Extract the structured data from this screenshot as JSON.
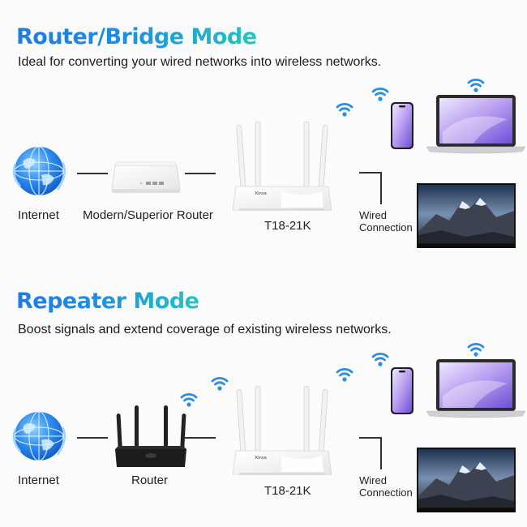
{
  "section1": {
    "title": "Router/Bridge Mode",
    "subtitle": "Ideal for converting your wired networks into wireless networks.",
    "internet_label": "Internet",
    "upstream_label": "Modern/Superior Router",
    "device_label": "T18-21K",
    "wired_label_1": "Wired",
    "wired_label_2": "Connection"
  },
  "section2": {
    "title": "Repeater Mode",
    "subtitle": "Boost signals and extend coverage of existing wireless networks.",
    "internet_label": "Internet",
    "upstream_label": "Router",
    "device_label": "T18-21K",
    "wired_label_1": "Wired",
    "wired_label_2": "Connection"
  },
  "device_brand": "Kinva",
  "colors": {
    "title_gradient_start": "#1e7be6",
    "title_gradient_end": "#22c6c3",
    "wifi": "#2a8ee3",
    "connector": "#333333"
  },
  "icons": [
    "globe-icon",
    "modem-icon",
    "router-icon",
    "wifi-icon",
    "phone-icon",
    "laptop-icon",
    "tv-icon"
  ]
}
